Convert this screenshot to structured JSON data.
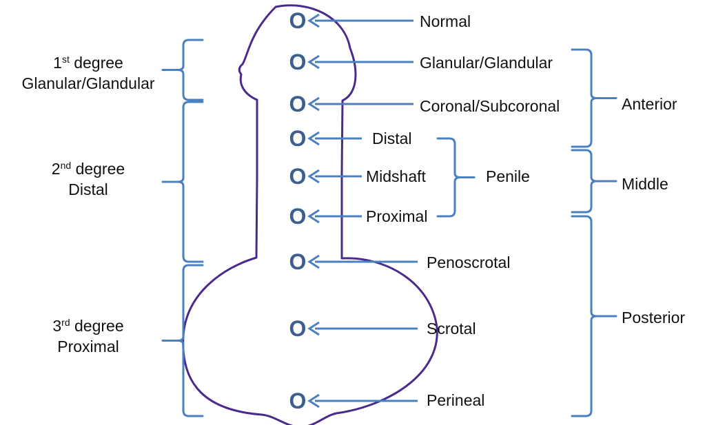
{
  "colors": {
    "outline": "#4a2a8c",
    "arrow": "#4a7fc0",
    "marker": "#3c5f90",
    "bracket": "#4a7fc0",
    "text": "#111111"
  },
  "markers": {
    "glyph": "O"
  },
  "labels": {
    "normal": "Normal",
    "glanular": "Glanular/Glandular",
    "coronal": "Coronal/Subcoronal",
    "distal": "Distal",
    "midshaft": "Midshaft",
    "proximal": "Proximal",
    "penoscrotal": "Penoscrotal",
    "scrotal": "Scrotal",
    "perineal": "Perineal",
    "penile": "Penile"
  },
  "regions": {
    "anterior": "Anterior",
    "middle": "Middle",
    "posterior": "Posterior"
  },
  "degrees": {
    "first": {
      "number": "1",
      "suffix": "st",
      "word": "degree",
      "name": "Glanular/Glandular"
    },
    "second": {
      "number": "2",
      "suffix": "nd",
      "word": "degree",
      "name": "Distal"
    },
    "third": {
      "number": "3",
      "suffix": "rd",
      "word": "degree",
      "name": "Proximal"
    }
  }
}
